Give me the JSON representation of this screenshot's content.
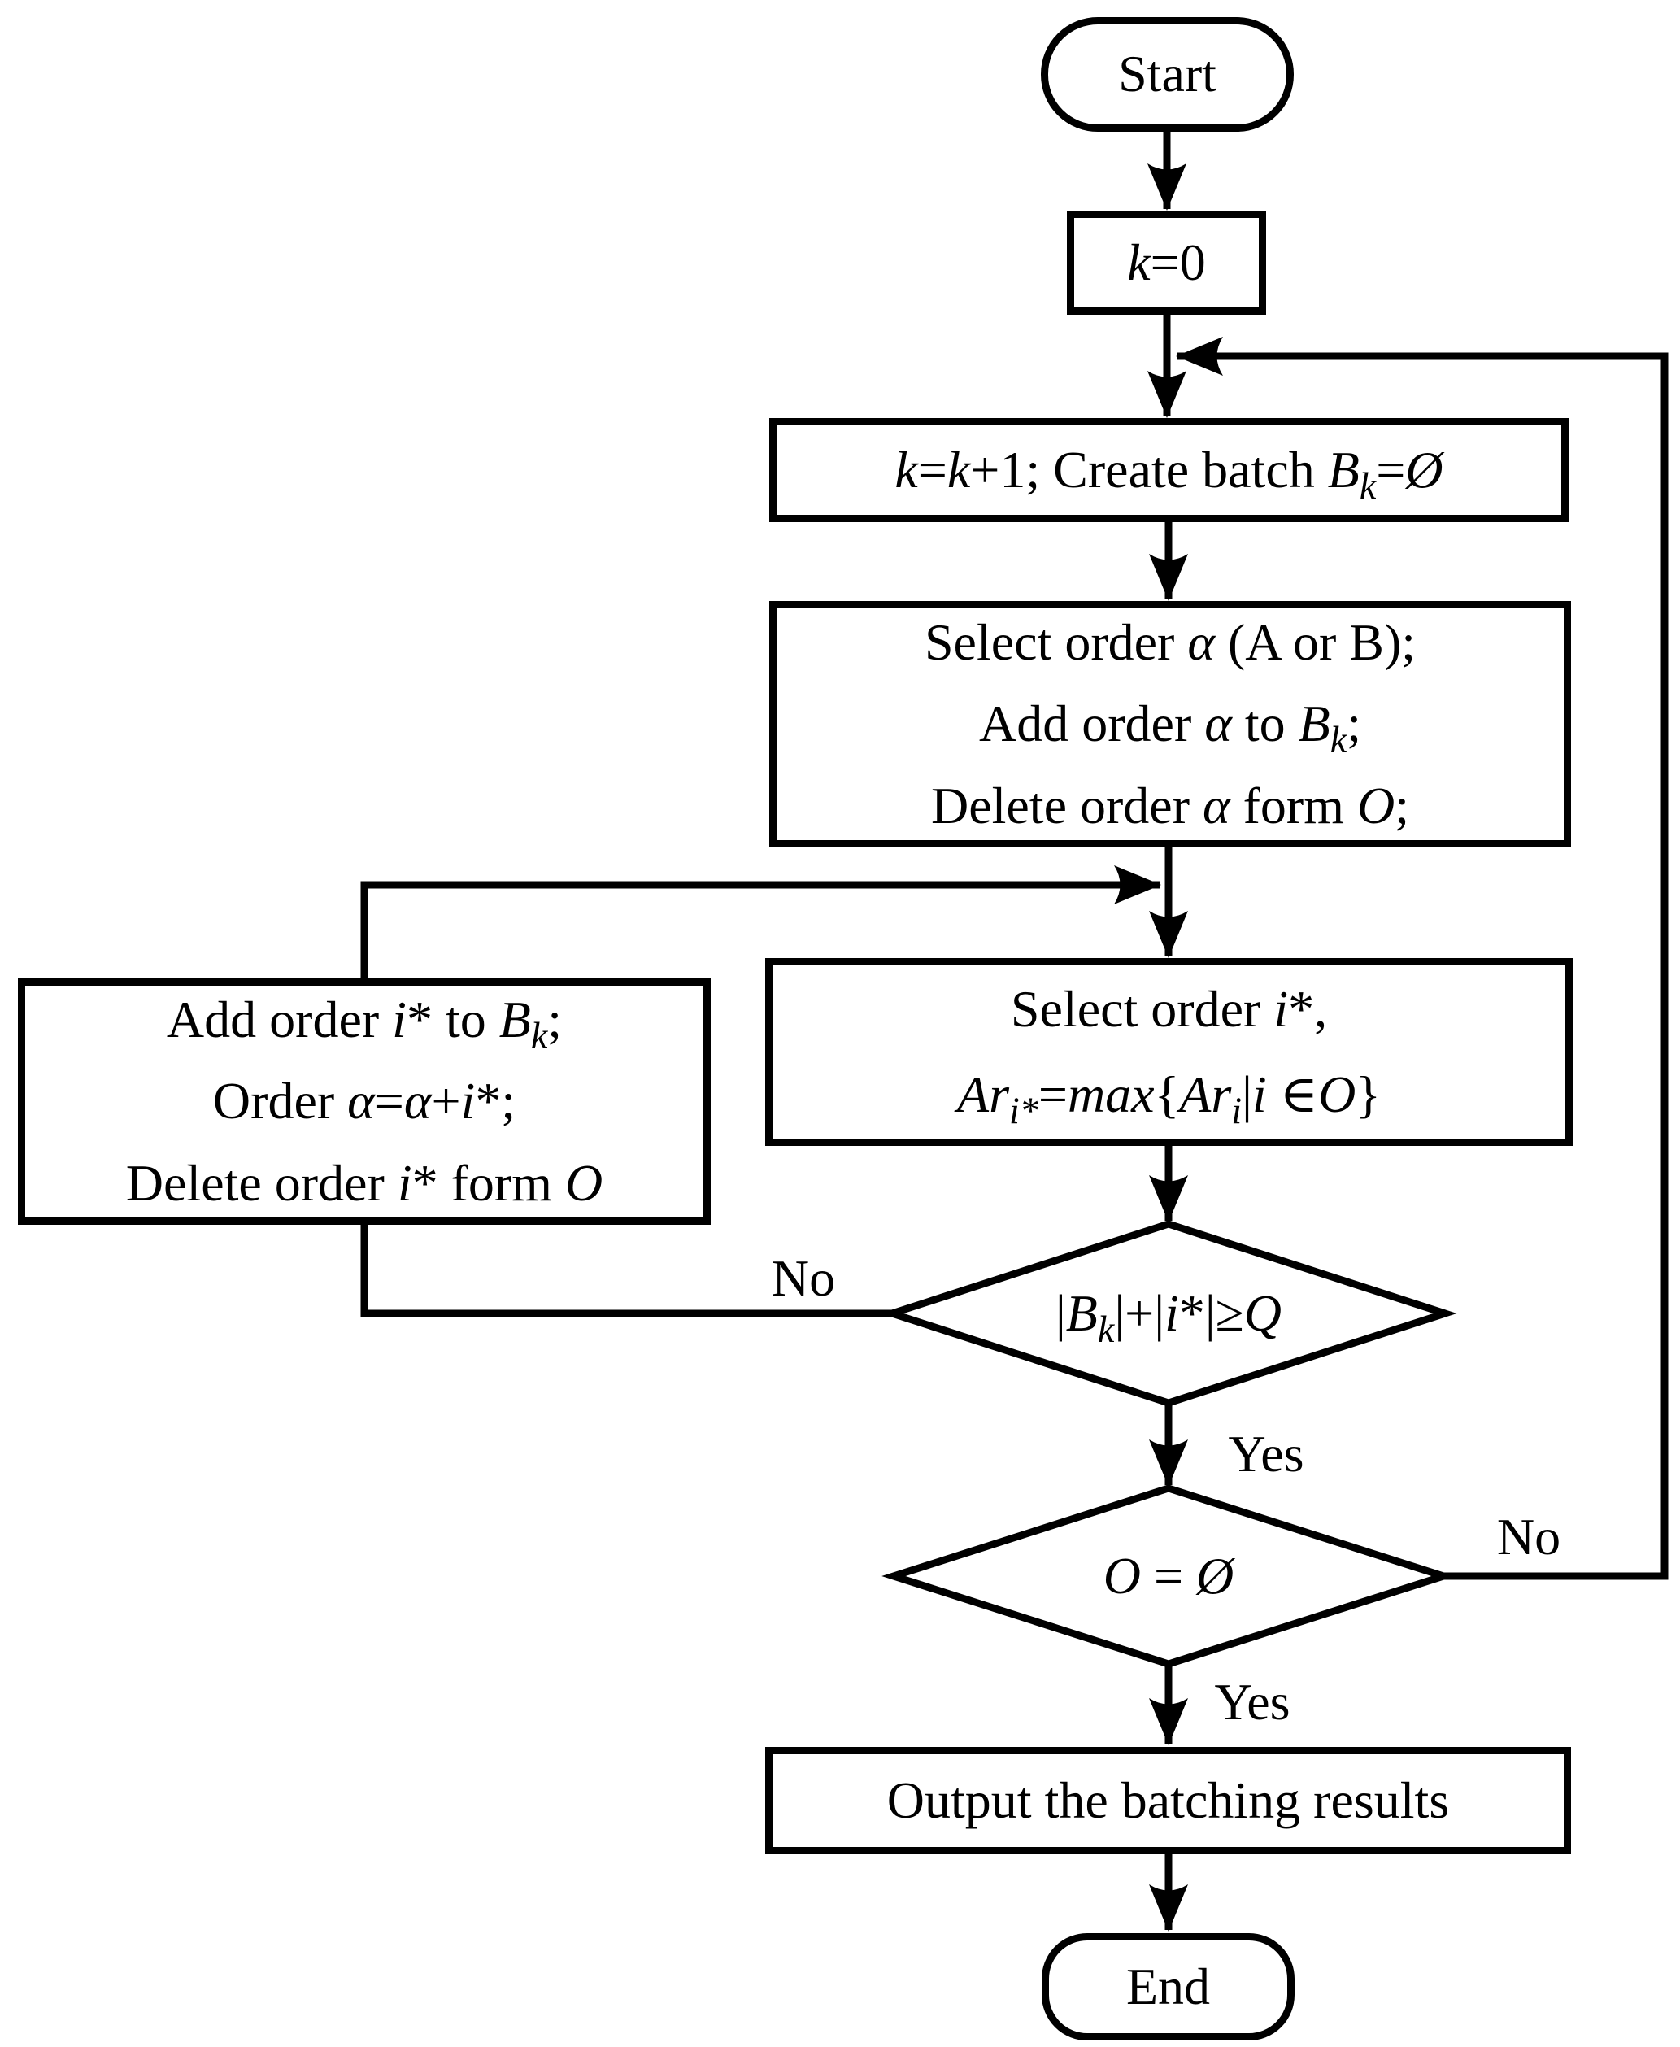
{
  "diagram": {
    "type": "flowchart",
    "background_color": "#ffffff",
    "line_color": "#000000",
    "nodes": {
      "start": {
        "shape": "terminator",
        "label": "Start"
      },
      "init_k": {
        "shape": "process",
        "label_html": "<i>k</i>=0"
      },
      "create_batch": {
        "shape": "process",
        "label_html": "<i>k</i>=<i>k</i>+1; Create batch <i>B<sub>k</sub></i>=<i>Ø</i>"
      },
      "select_alpha": {
        "shape": "process",
        "lines": [
          "Select order <i>α</i> (A or B);",
          "Add order <i>α</i> to <i>B<sub>k</sub></i>;",
          "Delete order <i>α</i> form <i>O</i>;"
        ]
      },
      "select_istar": {
        "shape": "process",
        "lines": [
          "Select order <i>i</i>*,",
          "<i>Ar<sub>i*</sub></i>=<i>max</i>{<i>Ar<sub>i</sub></i>|<i>i</i> ∈<i>O</i>}"
        ]
      },
      "add_istar": {
        "shape": "process",
        "lines": [
          "Add order <i>i</i>* to <i>B<sub>k</sub></i>;",
          "Order <i>α</i>=<i>α</i>+<i>i</i>*;",
          "Delete order <i>i</i>* form <i>O</i>"
        ]
      },
      "capacity_check": {
        "shape": "decision",
        "label_html": "|<i>B<sub>k</sub></i>|+|<i>i</i>*|≥<i>Q</i>"
      },
      "orders_empty_check": {
        "shape": "decision",
        "label_html": "<i>O</i> = <i>Ø</i>"
      },
      "output_results": {
        "shape": "process",
        "label": "Output the batching results"
      },
      "end": {
        "shape": "terminator",
        "label": "End"
      }
    },
    "edge_labels": {
      "capacity_no": "No",
      "capacity_yes": "Yes",
      "orders_empty_no": "No",
      "orders_empty_yes": "Yes"
    }
  }
}
